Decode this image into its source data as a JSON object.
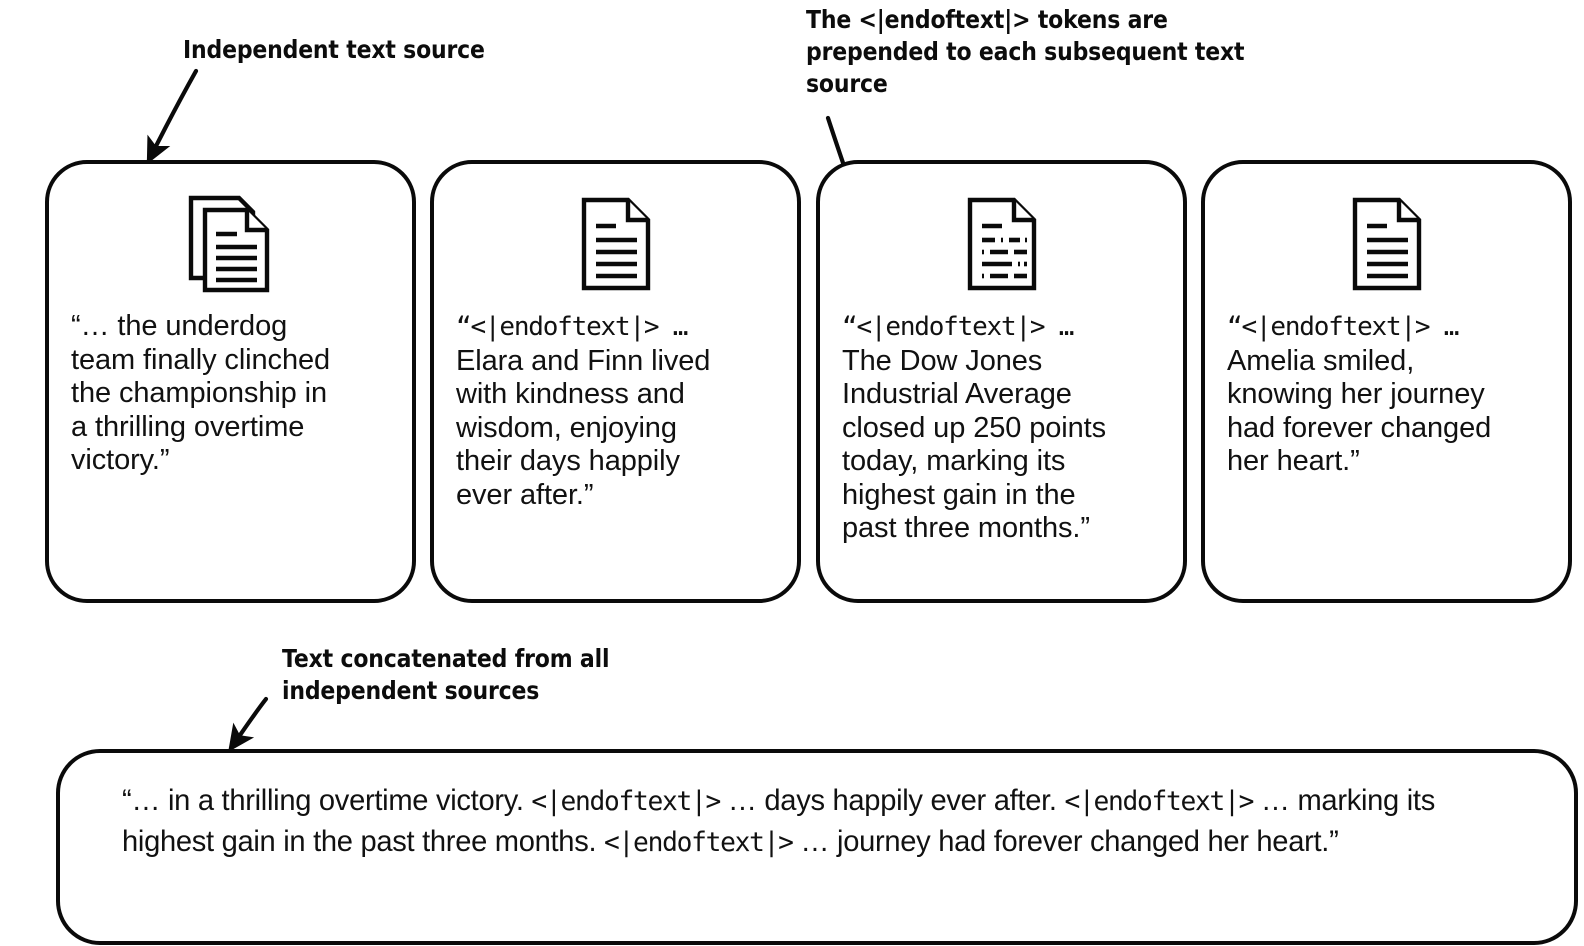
{
  "diagram": {
    "title": "Independent text sources concatenated with endoftext tokens",
    "ink_color": "#0a0a0a",
    "background_color": "#ffffff"
  },
  "annotations": [
    {
      "id": "independent-text-source",
      "text": "Independent text source",
      "arrow": "points down-left to the top edge of the first card"
    },
    {
      "id": "endoftext-prepended",
      "text_line1": "The <|endoftext|> tokens are",
      "text_line2": "prepended to each subsequent text",
      "text_line3": "source",
      "text": "The <|endoftext|> tokens are prepended to each subsequent text source",
      "arrow": "points down-right into the third card"
    },
    {
      "id": "text-concatenated",
      "text_line1": "Text concatenated from all",
      "text_line2": "independent sources",
      "text": "Text concatenated from all independent sources",
      "arrow": "points down-left to the top edge of the concatenated box"
    }
  ],
  "cards": [
    {
      "id": "card-1",
      "icon": "stacked-document-icon",
      "icon_variant": "stacked",
      "quote": "“… the underdog team finally clinched the championship in a thrilling overtime victory.”",
      "has_endoftext_prefix": false,
      "lines": [
        "“… the underdog",
        "team finally clinched",
        "the championship in",
        "a thrilling overtime",
        "victory.”"
      ]
    },
    {
      "id": "card-2",
      "icon": "document-icon",
      "icon_variant": "single",
      "quote": "“<|endoftext|> … Elara and Finn lived with kindness and wisdom, enjoying their days happily ever after.”",
      "has_endoftext_prefix": true,
      "token": "<|endoftext|>",
      "lines": [
        "“<|endoftext|> …",
        "Elara and Finn lived",
        "with kindness and",
        "wisdom, enjoying",
        "their days happily",
        "ever after.”"
      ]
    },
    {
      "id": "card-3",
      "icon": "document-list-icon",
      "icon_variant": "dashed",
      "quote": "“<|endoftext|> … The Dow Jones Industrial Average closed up 250 points today, marking its highest gain in the past three months.”",
      "has_endoftext_prefix": true,
      "token": "<|endoftext|>",
      "lines": [
        "“<|endoftext|> …",
        "The Dow Jones",
        "Industrial Average",
        "closed up 250 points",
        "today, marking its",
        "highest gain in the",
        "past three months.”"
      ]
    },
    {
      "id": "card-4",
      "icon": "document-icon",
      "icon_variant": "single",
      "quote": "“<|endoftext|> … Amelia smiled, knowing her journey had forever changed her heart.”",
      "has_endoftext_prefix": true,
      "token": "<|endoftext|>",
      "lines": [
        "“<|endoftext|> …",
        "Amelia smiled,",
        "knowing her journey",
        "had forever changed",
        "her heart.”"
      ]
    }
  ],
  "concatenated": {
    "id": "concatenated-box",
    "text": "“… in a thrilling overtime victory. <|endoftext|> … days happily ever after. <|endoftext|> … marking its highest gain in the past three months. <|endoftext|> … journey had forever changed her heart.”",
    "token": "<|endoftext|>",
    "segments": [
      "“… in a thrilling overtime victory. ",
      "<|endoftext|>",
      " … days happily ever after. ",
      "<|endoftext|>",
      " … marking its highest gain in the past three months. ",
      "<|endoftext|>",
      " … journey had forever changed her heart.”"
    ]
  }
}
